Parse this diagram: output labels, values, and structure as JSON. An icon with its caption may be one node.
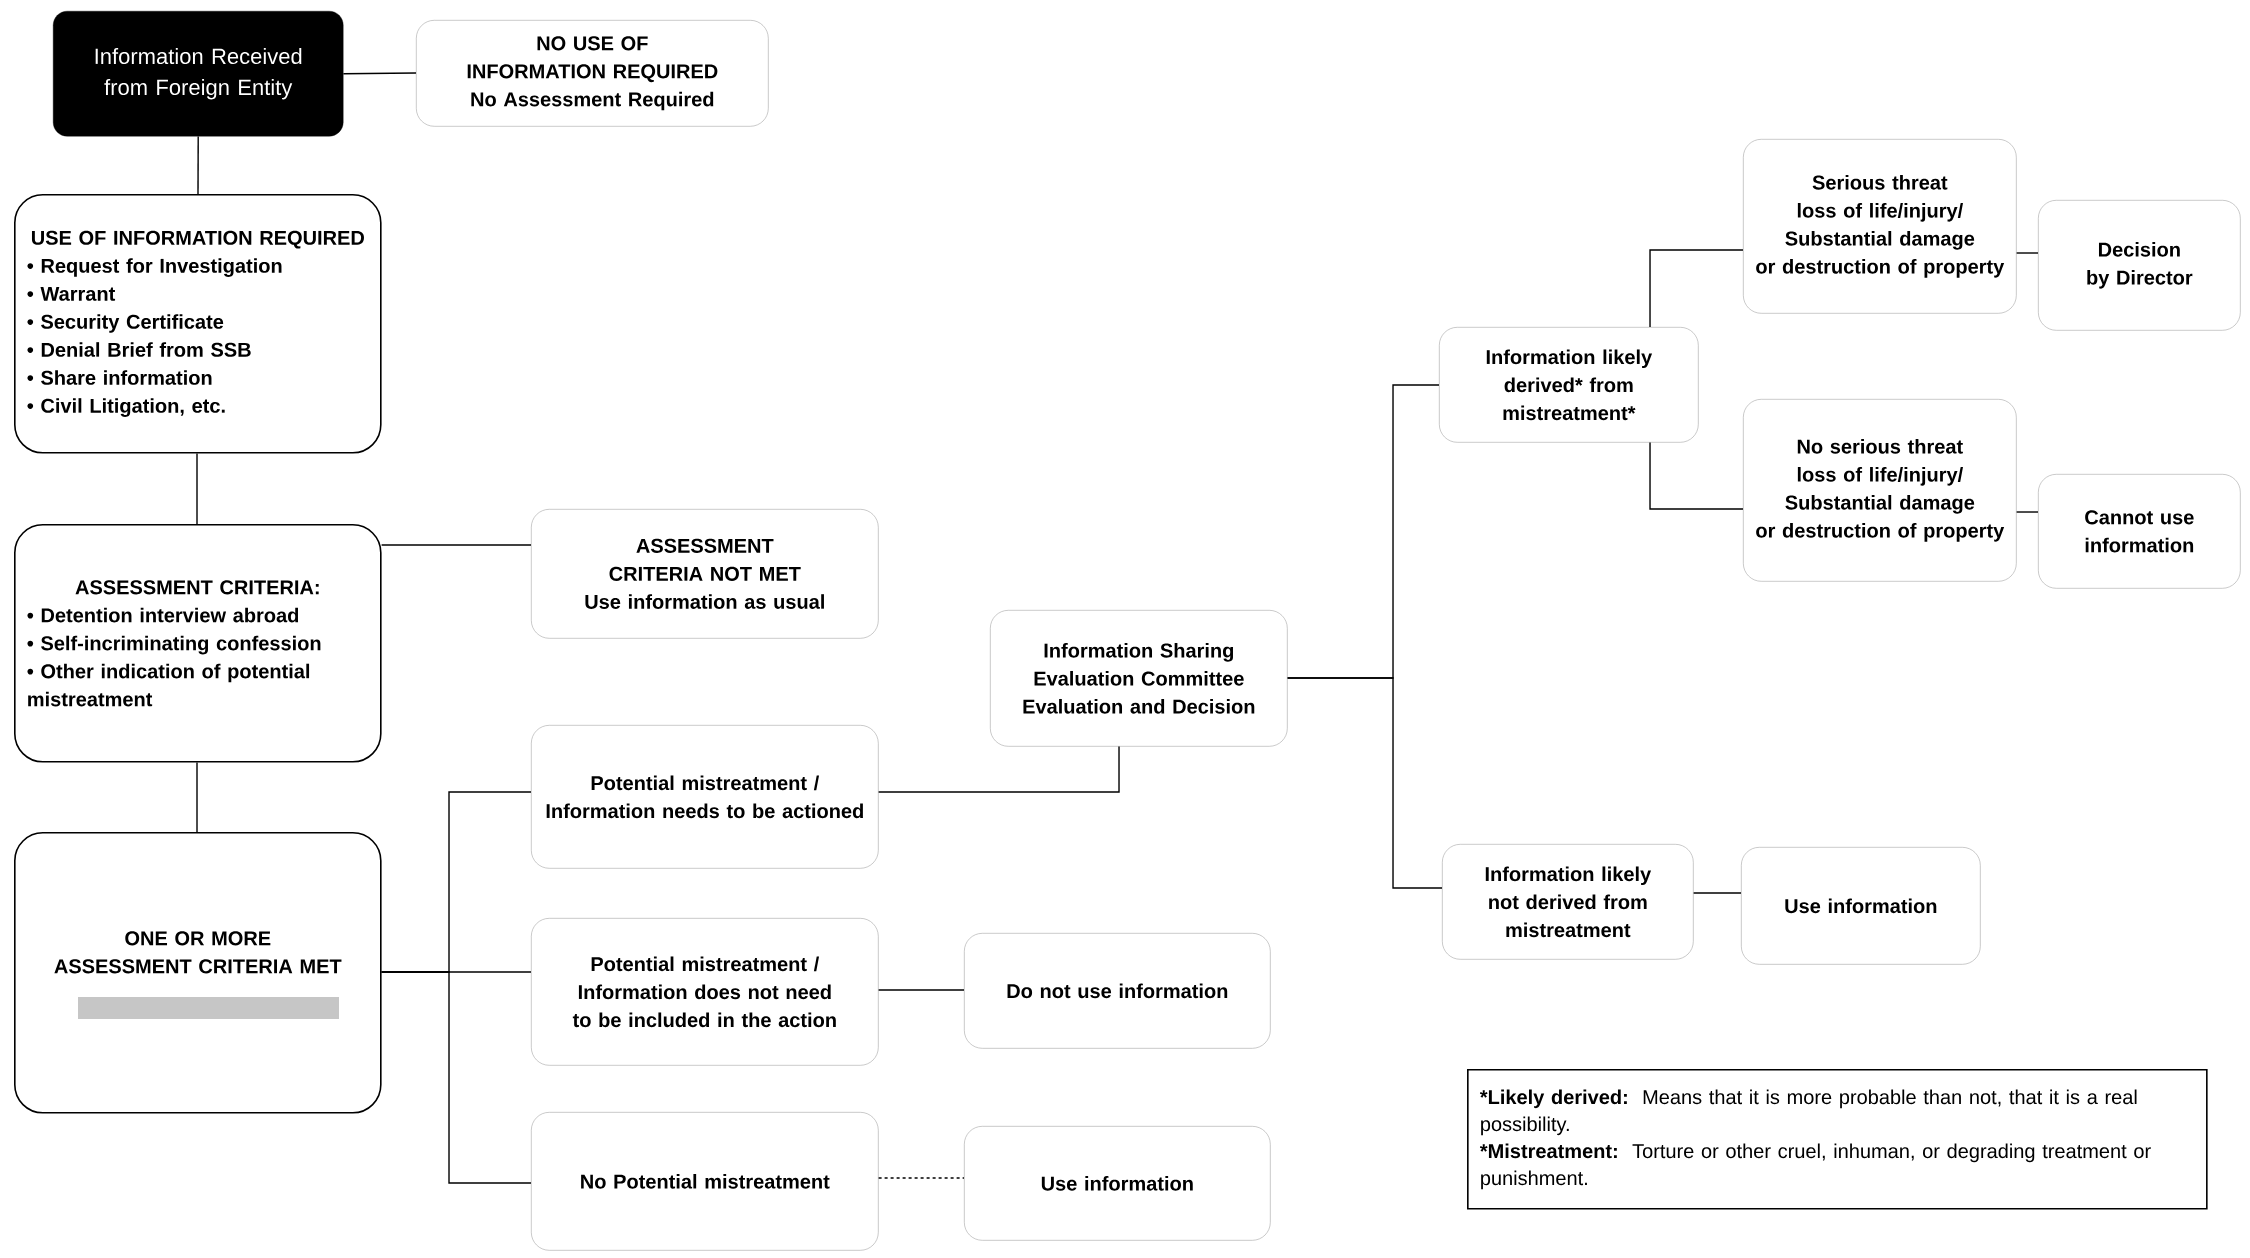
{
  "diagram": {
    "nodes": [
      {
        "text": [
          "Information Received from Foreign Entity"
        ]
      },
      {
        "text": [
          "NO USE OF INFORMATION REQUIRED",
          "No Assessment Required"
        ]
      },
      {
        "text": [
          "USE OF INFORMATION REQUIRED",
          "• Request for Investigation",
          "• Warrant",
          "• Security Certificate",
          "• Denial Brief from SSB",
          "• Share information",
          "• Civil Litigation, etc."
        ]
      },
      {
        "text": [
          "ASSESSMENT CRITERIA:",
          "• Detention interview abroad",
          "• Self-incriminating confession",
          "• Other indication of potential mistreatment"
        ]
      },
      {
        "text": [
          "ONE OR MORE ASSESSMENT CRITERIA MET"
        ]
      },
      {
        "text": [
          "ASSESSMENT CRITERIA NOT MET",
          "Use information as usual"
        ]
      },
      {
        "text": [
          "Potential mistreatment / Information needs to be actioned"
        ]
      },
      {
        "text": [
          "Potential mistreatment / Information does not need to be included in the action"
        ]
      },
      {
        "text": [
          "No Potential mistreatment"
        ]
      },
      {
        "text": [
          "Do not use information"
        ]
      },
      {
        "text": [
          "Use information"
        ]
      },
      {
        "text": [
          "Information Sharing Evaluation Committee",
          "Evaluation and Decision"
        ]
      },
      {
        "text": [
          "Information likely derived* from mistreatment*"
        ]
      },
      {
        "text": [
          "Serious threat loss of life/injury/ Substantial damage or destruction of property"
        ]
      },
      {
        "text": [
          "Decision by Director"
        ]
      },
      {
        "text": [
          "No serious threat loss of life/injury/ Substantial damage or destruction of property"
        ]
      },
      {
        "text": [
          "Cannot use information"
        ]
      },
      {
        "text": [
          "Information likely not derived from mistreatment"
        ]
      },
      {
        "text": [
          "Use information"
        ]
      },
      {
        "text": [
          "*Likely derived:",
          "Means that it is more probable than not, that it is a real possibility.",
          "*Mistreatment:",
          "Torture or other cruel, inhuman, or degrading treatment or punishment."
        ]
      }
    ],
    "edges": [
      {
        "from": 0,
        "to": 1,
        "arrow": "none"
      },
      {
        "from": 0,
        "to": 2,
        "arrow": "none"
      },
      {
        "from": 2,
        "to": 3,
        "arrow": "none"
      },
      {
        "from": 3,
        "to": 4,
        "arrow": "none"
      },
      {
        "from": 3,
        "to": 5,
        "arrow": "none"
      },
      {
        "from": 4,
        "to": 6,
        "arrow": "none"
      },
      {
        "from": 4,
        "to": 7,
        "arrow": "none"
      },
      {
        "from": 4,
        "to": 8,
        "arrow": "none"
      },
      {
        "from": 6,
        "to": 11,
        "arrow": "none"
      },
      {
        "from": 7,
        "to": 9,
        "arrow": "none"
      },
      {
        "from": 8,
        "to": 10,
        "arrow": "none",
        "style": "dashed"
      },
      {
        "from": 11,
        "to": 12,
        "arrow": "none"
      },
      {
        "from": 11,
        "to": 17,
        "arrow": "none"
      },
      {
        "from": 12,
        "to": 13,
        "arrow": "none"
      },
      {
        "from": 12,
        "to": 15,
        "arrow": "none"
      },
      {
        "from": 13,
        "to": 14,
        "arrow": "none"
      },
      {
        "from": 15,
        "to": 16,
        "arrow": "none"
      },
      {
        "from": 17,
        "to": 18,
        "arrow": "none"
      }
    ]
  }
}
